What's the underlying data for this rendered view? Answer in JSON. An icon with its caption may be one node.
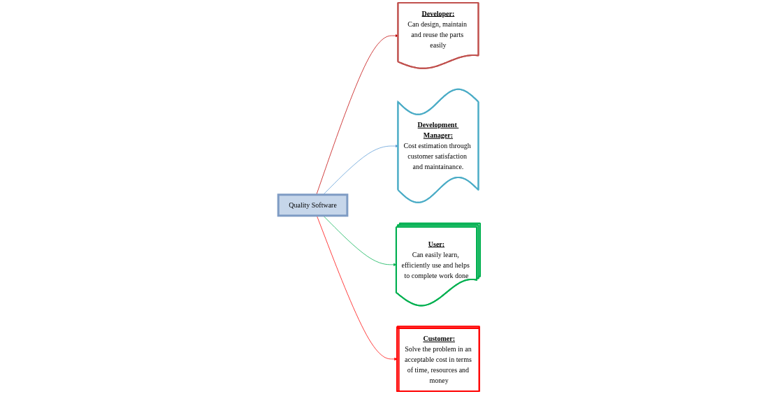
{
  "diagram": {
    "nodes": [
      {
        "text": [
          "Quality Software"
        ]
      },
      {
        "text": [
          "Developer:",
          "Can design, maintain and reuse the parts easily"
        ]
      },
      {
        "text": [
          "Development Manager:",
          "Cost estimation through customer satisfaction and maintainance."
        ]
      },
      {
        "text": [
          "User:",
          "Can easily learn, efficiently use and helps to complete work done"
        ]
      },
      {
        "text": [
          "Customer:",
          "Solve the problem in an acceptable cost in terms of time, resources and money"
        ]
      }
    ],
    "edges": [
      {
        "from": 0,
        "to": 1,
        "arrow": "to",
        "color": "#c00000"
      },
      {
        "from": 0,
        "to": 2,
        "arrow": "to",
        "color": "#5b9bd5"
      },
      {
        "from": 0,
        "to": 3,
        "arrow": "to",
        "color": "#00b050"
      },
      {
        "from": 0,
        "to": 4,
        "arrow": "to",
        "color": "#ff0000"
      }
    ]
  }
}
